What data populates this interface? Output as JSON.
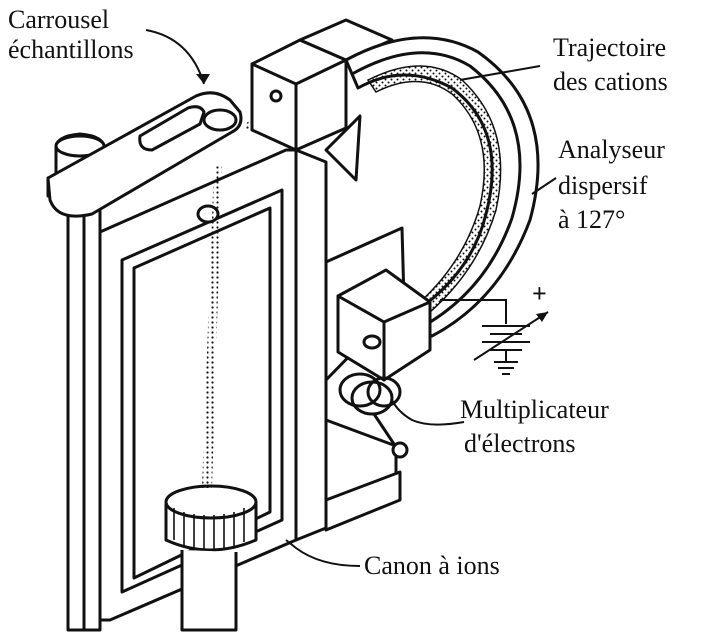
{
  "labels": {
    "carousel_line1": "Carrousel",
    "carousel_line2": "échantillons",
    "trajectory_line1": "Trajectoire",
    "trajectory_line2": "des cations",
    "analyzer_line1": "Analyseur",
    "analyzer_line2": "dispersif",
    "analyzer_line3": "à 127°",
    "plus_sign": "+",
    "multiplier_line1": "Multiplicateur",
    "multiplier_line2": "d'électrons",
    "ion_gun": "Canon à ions"
  },
  "colors": {
    "ink": "#111111",
    "background": "#ffffff"
  }
}
